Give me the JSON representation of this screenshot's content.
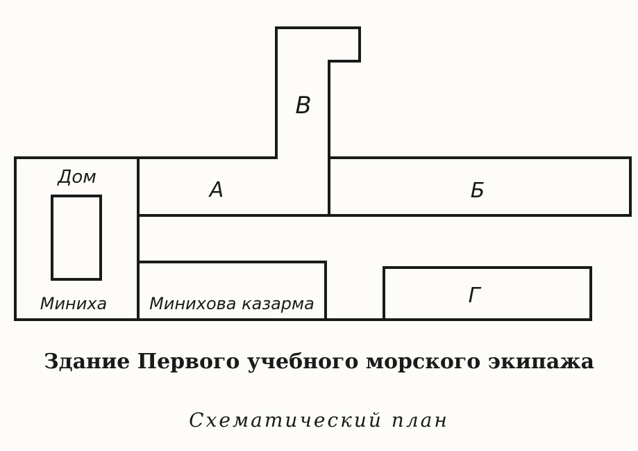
{
  "caption": {
    "title": "Здание Первого учебного морского экипажа",
    "subtitle": "Схематический план"
  },
  "labels": {
    "building_a": "А",
    "building_b": "Б",
    "building_v": "В",
    "building_g": "Г",
    "house_top": "Дом",
    "house_bottom": "Миниха",
    "barracks": "Минихова казарма"
  },
  "colors": {
    "ink": "#1a1a1a",
    "paper": "#fdfcf8"
  }
}
